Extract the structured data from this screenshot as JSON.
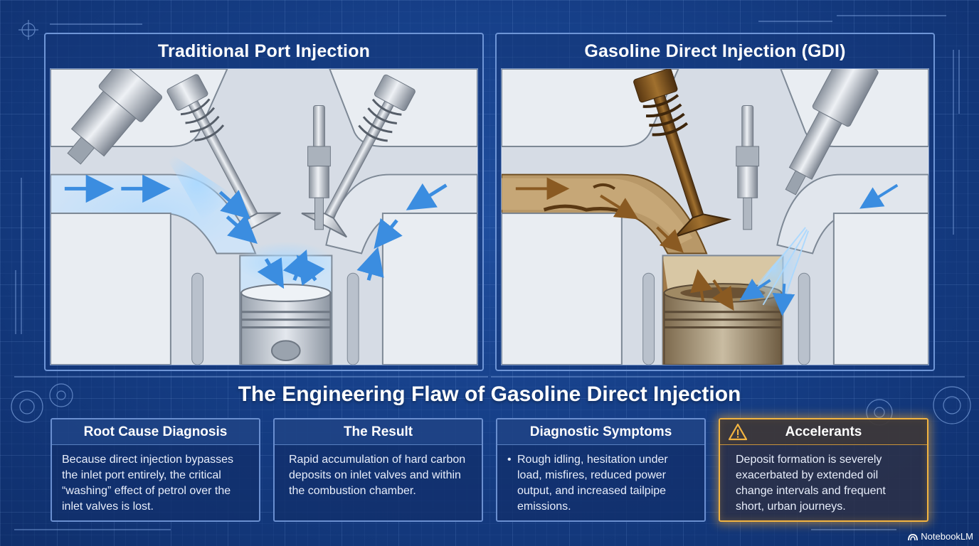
{
  "panels": {
    "left_title": "Traditional Port Injection",
    "right_title": "Gasoline Direct Injection (GDI)"
  },
  "main_title": "The Engineering Flaw of Gasoline Direct Injection",
  "cards": {
    "root_cause": {
      "title": "Root Cause Diagnosis",
      "body": "Because direct injection bypasses the inlet port entirely, the critical “washing” effect of petrol over the inlet valves is lost."
    },
    "result": {
      "title": "The Result",
      "body": "Rapid accumulation of hard carbon deposits on inlet valves and within the combustion chamber."
    },
    "symptoms": {
      "title": "Diagnostic Symptoms",
      "bullet": "•",
      "body": "Rough idling, hesitation under load, misfires, reduced power output, and increased tailpipe emissions."
    },
    "accelerants": {
      "title": "Accelerants",
      "body": "Deposit formation is severely exacerbated by extended oil change intervals and frequent short, urban journeys."
    }
  },
  "brand": "NotebookLM",
  "icons": {
    "warning": "warning-triangle-icon",
    "brand": "notebooklm-logo-icon"
  },
  "colors": {
    "background": "#13357a",
    "panel_border": "#6e95d6",
    "warning_accent": "#f2b441",
    "arrow_blue": "#3b8de0",
    "carbon": "#8a5a22"
  }
}
